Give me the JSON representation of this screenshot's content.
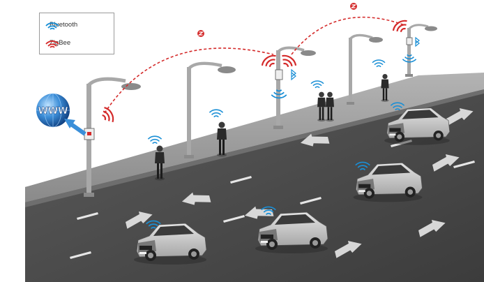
{
  "legend": {
    "items": [
      {
        "label": "Bluetooth",
        "icon": "bluetooth-waves-icon",
        "color": "#1a8fd6"
      },
      {
        "label": "ZigBee",
        "icon": "zigbee-waves-icon",
        "color": "#d42a2a"
      }
    ]
  },
  "globe": {
    "label": "WWW",
    "icon": "globe-icon"
  },
  "colors": {
    "bluetooth": "#1a8fd6",
    "zigbee": "#d42a2a",
    "road": "#4a4a4a",
    "sidewalk": "#9b9b9b",
    "arrow": "#3a8fd9"
  }
}
